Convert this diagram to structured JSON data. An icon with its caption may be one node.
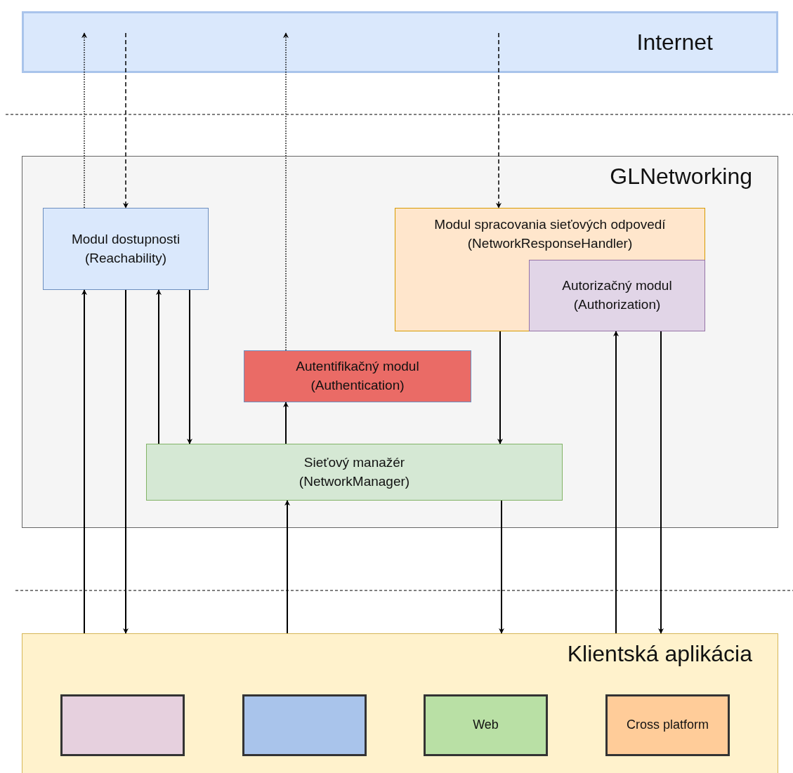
{
  "diagram": {
    "nodes": [
      {
        "text": [
          "Internet"
        ]
      },
      {
        "text": [
          "GLNetworking"
        ]
      },
      {
        "text": [
          "Modul dostupnosti (Reachability)"
        ],
        "in": 1
      },
      {
        "text": [
          "Modul spracovania sieťových odpovedí (NetworkResponseHandler)"
        ],
        "in": 1
      },
      {
        "text": [
          "Autorizačný modul (Authorization)"
        ],
        "in": 3
      },
      {
        "text": [
          "Autentifikačný modul (Authentication)"
        ],
        "in": 1
      },
      {
        "text": [
          "Sieťový manažér (NetworkManager)"
        ],
        "in": 1
      },
      {
        "text": [
          "Klientská aplikácia"
        ]
      },
      {
        "text": [],
        "shape": "box",
        "in": 7
      },
      {
        "text": [],
        "shape": "box",
        "in": 7
      },
      {
        "text": [
          "Web"
        ],
        "in": 7
      },
      {
        "text": [
          "Cross platform"
        ],
        "in": 7
      }
    ],
    "edges": [
      {
        "from": 2,
        "to": 0,
        "arrow": "to",
        "style": "dashed"
      },
      {
        "from": 0,
        "to": 2,
        "arrow": "to",
        "style": "dashed"
      },
      {
        "from": 5,
        "to": 0,
        "arrow": "to",
        "style": "dashed"
      },
      {
        "from": 0,
        "to": 3,
        "arrow": "to",
        "style": "dashed"
      },
      {
        "from": 7,
        "to": 2,
        "arrow": "to"
      },
      {
        "from": 2,
        "to": 7,
        "arrow": "to"
      },
      {
        "from": 6,
        "to": 2,
        "arrow": "to"
      },
      {
        "from": 2,
        "to": 6,
        "arrow": "to"
      },
      {
        "from": 6,
        "to": 5,
        "arrow": "to"
      },
      {
        "from": 3,
        "to": 6,
        "arrow": "to"
      },
      {
        "from": 7,
        "to": 6,
        "arrow": "to"
      },
      {
        "from": 6,
        "to": 7,
        "arrow": "to"
      },
      {
        "from": 7,
        "to": 4,
        "arrow": "to"
      },
      {
        "from": 4,
        "to": 7,
        "arrow": "to"
      }
    ]
  }
}
